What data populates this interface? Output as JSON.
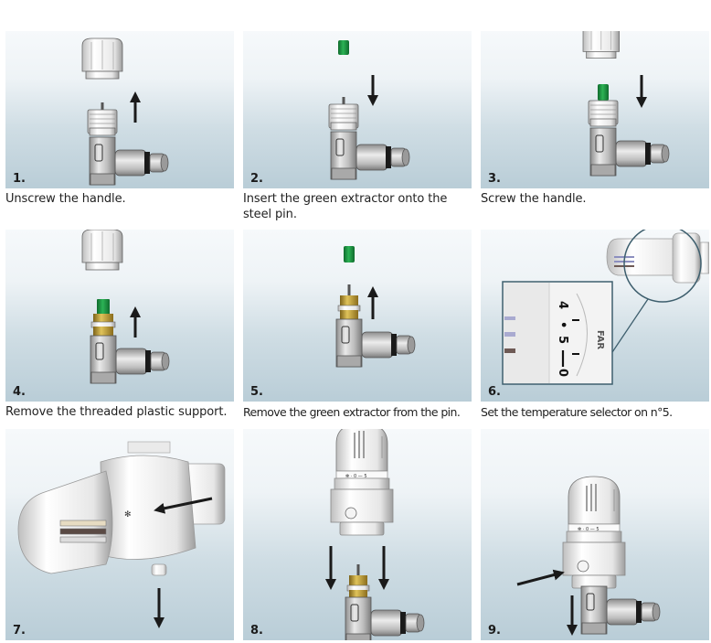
{
  "colors": {
    "panel_top": "#f6f9fb",
    "panel_bottom": "#b9cdd7",
    "extractor_green": "#1f9a45",
    "brass": "#b8952e",
    "valve_metal": "#b5b5b5",
    "arrow": "#1a1a1a",
    "zoom_frame": "#3e5f6e"
  },
  "steps": [
    {
      "number": "1.",
      "caption": "Unscrew the handle.",
      "action": "remove-handle",
      "arrow": "up"
    },
    {
      "number": "2.",
      "caption": "Insert the green extractor onto the steel pin.",
      "action": "insert-extractor",
      "arrow": "down"
    },
    {
      "number": "3.",
      "caption": "Screw the handle.",
      "action": "screw-handle",
      "arrow": "down"
    },
    {
      "number": "4.",
      "caption": "Remove the threaded plastic support.",
      "action": "remove-support",
      "arrow": "up"
    },
    {
      "number": "5.",
      "caption": "Remove the green extractor from the pin.",
      "action": "remove-extractor",
      "arrow": "up"
    },
    {
      "number": "6.",
      "caption": "Set the temperature selector on n°5.",
      "action": "set-selector",
      "dial": {
        "labels": [
          "4",
          "•",
          "5",
          "0"
        ],
        "brand": "FAR"
      }
    },
    {
      "number": "7.",
      "caption": "",
      "action": "press-lock",
      "arrow": "down"
    },
    {
      "number": "8.",
      "caption": "",
      "action": "mount-head",
      "arrow": "down"
    },
    {
      "number": "9.",
      "caption": "",
      "action": "lock-head",
      "arrow": "down"
    }
  ]
}
